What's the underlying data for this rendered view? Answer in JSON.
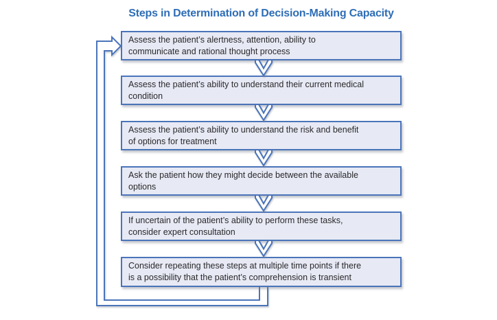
{
  "title": "Steps in Determination of Decision-Making Capacity",
  "diagram": {
    "steps": [
      {
        "line1": "Assess the patient’s alertness, attention, ability to",
        "line2": "communicate and rational thought process"
      },
      {
        "line1": "Assess the patient’s ability to understand their current medical",
        "line2": "condition"
      },
      {
        "line1": "Assess the patient’s ability to understand the risk and benefit",
        "line2": "of options for treatment"
      },
      {
        "line1": "Ask the patient how they might decide between the available",
        "line2": "options"
      },
      {
        "line1": "If uncertain of the patient’s ability to perform these tasks,",
        "line2": "consider expert consultation"
      },
      {
        "line1": "Consider repeating these steps at multiple time points if there",
        "line2": "is a possibility that the patient’s comprehension is transient"
      }
    ],
    "flow": "steps connected top-to-bottom with hollow chevron arrows; feedback loop from last step back to first step"
  },
  "colors": {
    "accent": "#4a74ba",
    "title_blue": "#2e6db6",
    "box_fill": "#e7e9f4",
    "text_dark": "#29292c",
    "arrow_fill": "#ffffff"
  }
}
